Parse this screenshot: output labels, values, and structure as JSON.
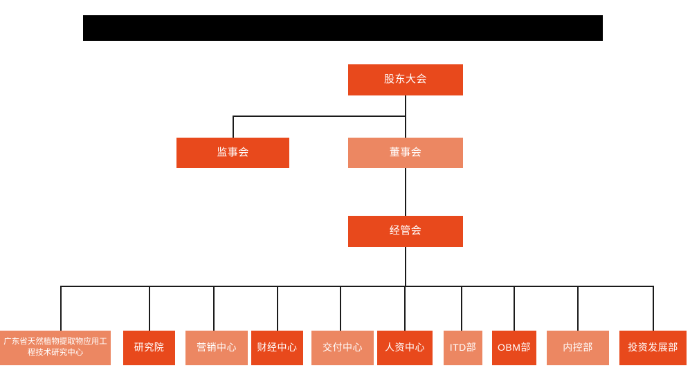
{
  "chart_data": {
    "type": "diagram",
    "diagram_kind": "organizational-chart",
    "title": "",
    "colors": {
      "primary_dark": "#E8491C",
      "primary_light": "#EC8762",
      "connector": "#1a1a1a",
      "text": "#FFFFFF",
      "background": "#FFFFFF",
      "redaction": "#000000"
    },
    "levels": [
      {
        "level": 1,
        "nodes": [
          "shareholders-meeting"
        ]
      },
      {
        "level": 2,
        "nodes": [
          "board-of-supervisors",
          "board-of-directors"
        ]
      },
      {
        "level": 3,
        "nodes": [
          "management-committee"
        ]
      },
      {
        "level": 4,
        "nodes": [
          "engineering-research-center",
          "research-institute",
          "marketing-center",
          "finance-center",
          "delivery-center",
          "hr-center",
          "itd-dept",
          "obm-dept",
          "internal-control-dept",
          "investment-development-dept"
        ]
      }
    ],
    "edges": [
      {
        "from": "shareholders-meeting",
        "to": "board-of-supervisors"
      },
      {
        "from": "shareholders-meeting",
        "to": "board-of-directors"
      },
      {
        "from": "board-of-directors",
        "to": "management-committee"
      },
      {
        "from": "management-committee",
        "to": "engineering-research-center"
      },
      {
        "from": "management-committee",
        "to": "research-institute"
      },
      {
        "from": "management-committee",
        "to": "marketing-center"
      },
      {
        "from": "management-committee",
        "to": "finance-center"
      },
      {
        "from": "management-committee",
        "to": "delivery-center"
      },
      {
        "from": "management-committee",
        "to": "hr-center"
      },
      {
        "from": "management-committee",
        "to": "itd-dept"
      },
      {
        "from": "management-committee",
        "to": "obm-dept"
      },
      {
        "from": "management-committee",
        "to": "internal-control-dept"
      },
      {
        "from": "management-committee",
        "to": "investment-development-dept"
      }
    ]
  },
  "header": {
    "redacted_bar_label": ""
  },
  "nodes": {
    "shareholders_meeting": {
      "label": "股东大会",
      "shade": "dark"
    },
    "board_of_supervisors": {
      "label": "监事会",
      "shade": "dark"
    },
    "board_of_directors": {
      "label": "董事会",
      "shade": "light"
    },
    "management_committee": {
      "label": "经管会",
      "shade": "dark"
    },
    "engineering_research_center": {
      "label": "广东省天然植物提取物应用工程技术研究中心",
      "shade": "light"
    },
    "research_institute": {
      "label": "研究院",
      "shade": "dark"
    },
    "marketing_center": {
      "label": "营销中心",
      "shade": "light"
    },
    "finance_center": {
      "label": "财经中心",
      "shade": "dark"
    },
    "delivery_center": {
      "label": "交付中心",
      "shade": "light"
    },
    "hr_center": {
      "label": "人资中心",
      "shade": "dark"
    },
    "itd_dept": {
      "label": "ITD部",
      "shade": "light"
    },
    "obm_dept": {
      "label": "OBM部",
      "shade": "dark"
    },
    "internal_control_dept": {
      "label": "内控部",
      "shade": "light"
    },
    "investment_development_dept": {
      "label": "投资发展部",
      "shade": "dark"
    }
  }
}
